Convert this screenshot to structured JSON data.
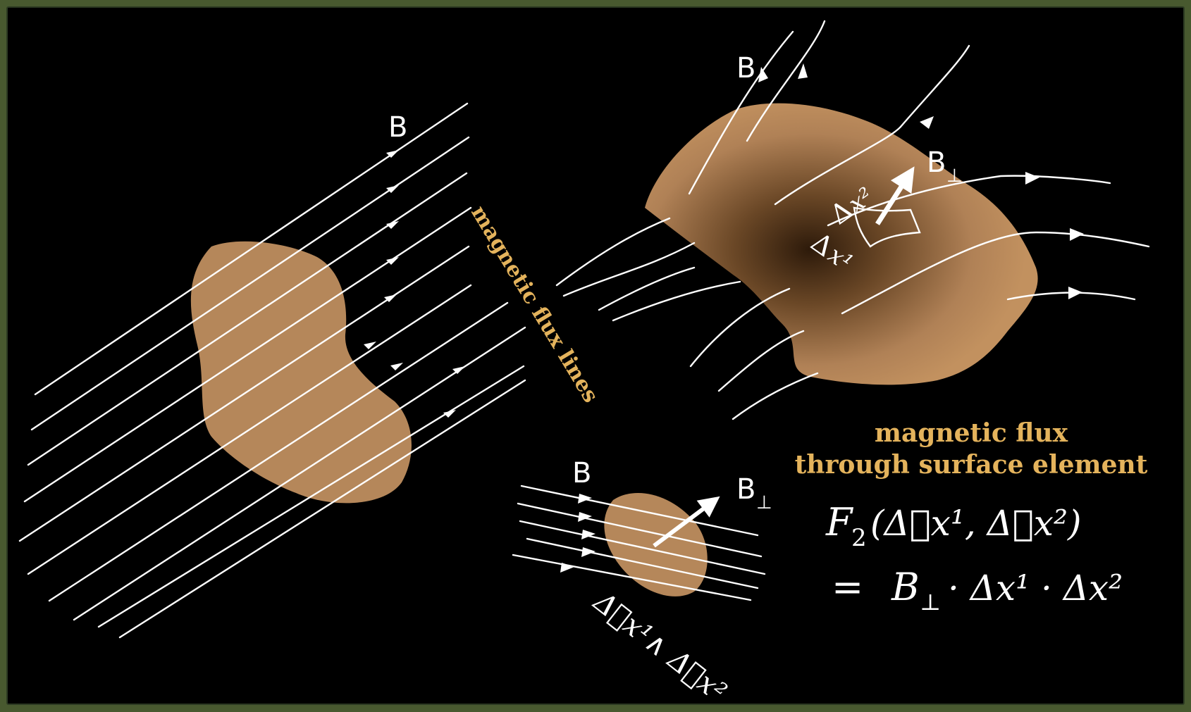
{
  "labels": {
    "b_left": "B",
    "b_top_right": "B",
    "b_perp_top": "B",
    "b_perp_sub_top": "⊥",
    "b_small": "B",
    "b_perp_small": "B",
    "b_perp_sub_small": "⊥",
    "flux_lines": "magnetic flux lines",
    "caption_line1": "magnetic flux",
    "caption_line2": "through surface element",
    "delta_x1_top": "Δ",
    "delta_x1_top_var": "x¹",
    "delta_x2_top": "Δ",
    "delta_x2_top_var": "x²",
    "wedge_label": "Δ⃗x¹∧ Δ⃗x²"
  },
  "formula": {
    "line1_func": "F",
    "line1_sub": "2",
    "line1_args": "(Δ⃗x¹, Δ⃗x²)",
    "line2_eq": "=",
    "line2_b": "B",
    "line2_b_sub": "⊥",
    "line2_rest": "· Δx¹ · Δx²"
  },
  "colors": {
    "surface": "#b5875a",
    "surface_dark": "#3a2410",
    "lines": "#ffffff",
    "accent_text": "#e4b35c",
    "frame": "#48592f",
    "background": "#000000"
  }
}
